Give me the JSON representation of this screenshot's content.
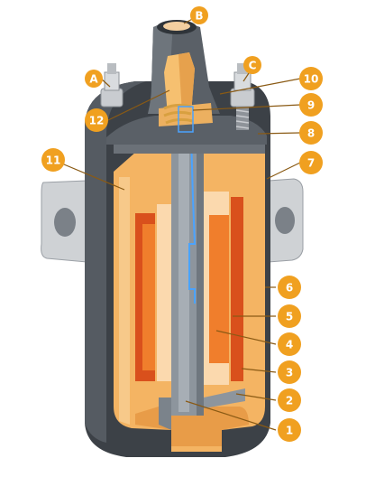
{
  "colors": {
    "callout": "#f0a020",
    "leader": "#8a5a14",
    "casing_dark": "#3c4147",
    "casing_mid": "#555b62",
    "bracket": "#cfd2d5",
    "oil": "#f4b463",
    "oil_light": "#f7c98a",
    "winding_primary": "#d9501c",
    "winding_secondary": "#f07e2c",
    "insulation": "#fbd9ae",
    "core": "#8d959d",
    "core_dark": "#6f777f",
    "terminal": "#c9ccd0",
    "tower": "#5a6067",
    "contact": "#f6c070",
    "wire": "#4aa3ff"
  },
  "callouts": [
    {
      "id": "A",
      "label": "A"
    },
    {
      "id": "B",
      "label": "B"
    },
    {
      "id": "C",
      "label": "C"
    },
    {
      "id": "1",
      "label": "1"
    },
    {
      "id": "2",
      "label": "2"
    },
    {
      "id": "3",
      "label": "3"
    },
    {
      "id": "4",
      "label": "4"
    },
    {
      "id": "5",
      "label": "5"
    },
    {
      "id": "6",
      "label": "6"
    },
    {
      "id": "7",
      "label": "7"
    },
    {
      "id": "8",
      "label": "8"
    },
    {
      "id": "9",
      "label": "9"
    },
    {
      "id": "10",
      "label": "10"
    },
    {
      "id": "11",
      "label": "11"
    },
    {
      "id": "12",
      "label": "12"
    }
  ]
}
